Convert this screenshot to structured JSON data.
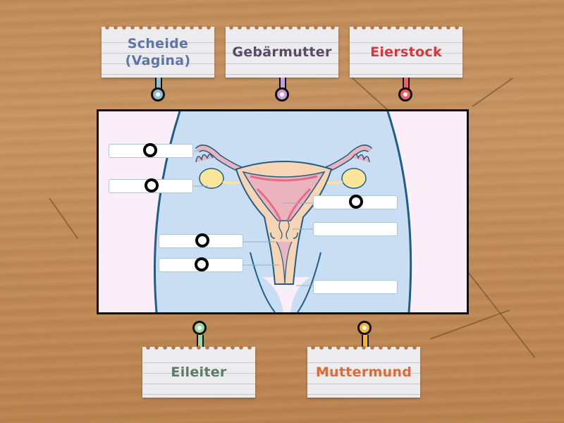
{
  "labels": {
    "top": [
      {
        "text": "Scheide\n(Vagina)",
        "line1": "Scheide",
        "line2": "(Vagina)",
        "color": "#5f74a8",
        "pin_color": "#8fbfd2"
      },
      {
        "text": "Gebärmutter",
        "color": "#5a4a63",
        "pin_color": "#c9a1d8"
      },
      {
        "text": "Eierstock",
        "color": "#d6383e",
        "pin_color": "#f06262"
      }
    ],
    "bottom": [
      {
        "text": "Eileiter",
        "color": "#5e7a68",
        "pin_color": "#9ed89e"
      },
      {
        "text": "Muttermund",
        "color": "#dd6b35",
        "pin_color": "#f6b536"
      }
    ]
  },
  "diagram": {
    "subject": "female-reproductive-organs",
    "colors": {
      "body": "#c9def2",
      "outline": "#1f5e86",
      "background": "#fbeef8",
      "uterus": "#f6d4b4",
      "tube": "#eab3bd",
      "ovary": "#fbe59b",
      "lining": "#e86b86"
    },
    "slots": [
      {
        "id": "slot-1",
        "filled": true
      },
      {
        "id": "slot-2",
        "filled": true
      },
      {
        "id": "slot-3",
        "filled": true
      },
      {
        "id": "slot-4",
        "filled": false
      },
      {
        "id": "slot-5",
        "filled": true
      },
      {
        "id": "slot-6",
        "filled": true
      },
      {
        "id": "slot-7",
        "filled": false
      }
    ]
  }
}
